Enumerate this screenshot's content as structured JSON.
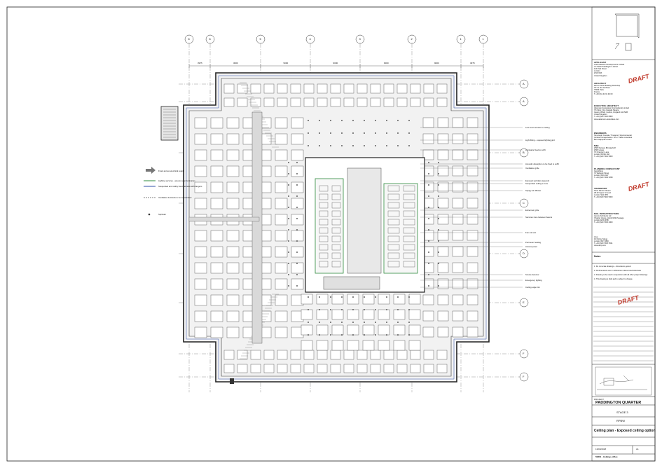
{
  "grid": {
    "columns": [
      "6",
      "6",
      "5",
      "4",
      "3",
      "2",
      "1",
      "1"
    ],
    "rows": [
      "A",
      "A",
      "B",
      "C",
      "D",
      "E",
      "F",
      "F"
    ],
    "dimensions": [
      "3975",
      "3000",
      "9000",
      "9000",
      "9000",
      "9000",
      "3975"
    ]
  },
  "title_block": {
    "draft_label": "DRAFT",
    "sections": [
      {
        "heading": "APPLICANT",
        "lines": [
          "Great Western Developments Limited",
          "c/o Sellar Paddington Limited",
          "110 Park Street",
          "London",
          "W1K 6NX",
          "United Kingdom"
        ]
      },
      {
        "heading": "ARCHITECT",
        "lines": [
          "Renzo Piano Building Workshop",
          "34 rue des Archives",
          "75004 Paris",
          "France",
          "T +33 (0)1 44 61 49 00"
        ]
      },
      {
        "heading": "EXECUTIVE ARCHITECT",
        "lines": [
          "Adamson Associates (International) Limited",
          "7th Floor, One Canada Square",
          "Canary Wharf, London, England E14 5AB",
          "United Kingdom",
          "T +44 (0)20 7216 0800",
          "www.adamson-associates.com"
        ]
      },
      {
        "heading": "ENGINEERS",
        "lines": [
          "Structural / Facade / Transport / Environmental",
          "Vertical Transportation / Fire / Traffic consultant",
          "Buro Happold Limited"
        ]
      },
      {
        "heading": "M&E",
        "lines": [
          "WSP Parsons Brinckerhoff",
          "WSP House",
          "70 Chancery Lane",
          "London WC2A 1AF",
          "T +44 (0)20 7314 5000"
        ]
      },
      {
        "heading": "PLANNING CONSULTANT",
        "lines": [
          "Gerald Eve",
          "72 Welbeck Street",
          "London W1G 0AY",
          "T +44 (0)20 7493 3338"
        ]
      },
      {
        "heading": "TRANSPORT",
        "lines": [
          "Steer Davies Gleave",
          "28-32 Upper Ground",
          "London SE1 9PD",
          "T +44 (0)20 7910 5000"
        ]
      },
      {
        "heading": "RAIL INFRASTRUCTURE",
        "lines": [
          "Aecom Architects Ltd",
          "Chapter House, Hardy Mills Passage",
          "London E1W 3SB",
          "T +44 (0)20 7645 2000"
        ]
      },
      {
        "heading": "",
        "lines": [
          "Arup",
          "13 Fitzroy Street",
          "London W1T 4BQ",
          "T +44 (0)20 7636 1531",
          "www.arup.com"
        ]
      }
    ],
    "notes_heading": "Notes",
    "notes": [
      "1. Do not scale drawings – dimensions govern",
      "2. All dimensions are in millimetres unless noted otherwise",
      "3. Drawing to be read in conjunction with all other project drawings",
      "4. This drawing is draft and is subject to change"
    ],
    "project_label": "PROJECT",
    "project_name": "PADDINGTON QUARTER",
    "stage": "STAGE 3",
    "client": "RPBW",
    "drawing_title": "Ceiling plan - Exposed ceiling option",
    "date": "13/03/2018",
    "revision": "A1",
    "drawing_number": "50801 - Ceilings office"
  },
  "legend": {
    "items": [
      {
        "label": "Fixed access electrical supply"
      },
      {
        "label": "Lighting services - area to outer luminaires"
      },
      {
        "label": "Suspended and visibly fixed services with hangers"
      },
      {
        "label": "Ventilation ductwork to be coordinated"
      },
      {
        "label": "Sprinkler"
      }
    ]
  },
  "annotations": [
    "Low level services to ceiling",
    "Light fitting - exposed lighting grid",
    "Luminaire fixed to soffit",
    "Acoustic absorption to be fixed to soffit",
    "Ventilation grille",
    "Exposed sprinkler pipework",
    "Suspended ceiling to core",
    "Supply air diffuser",
    "Extract air grille",
    "Services zone between beams",
    "Fan coil unit",
    "Perimeter heating",
    "Access panel",
    "Smoke detector",
    "Emergency lighting",
    "Ceiling edge trim"
  ]
}
